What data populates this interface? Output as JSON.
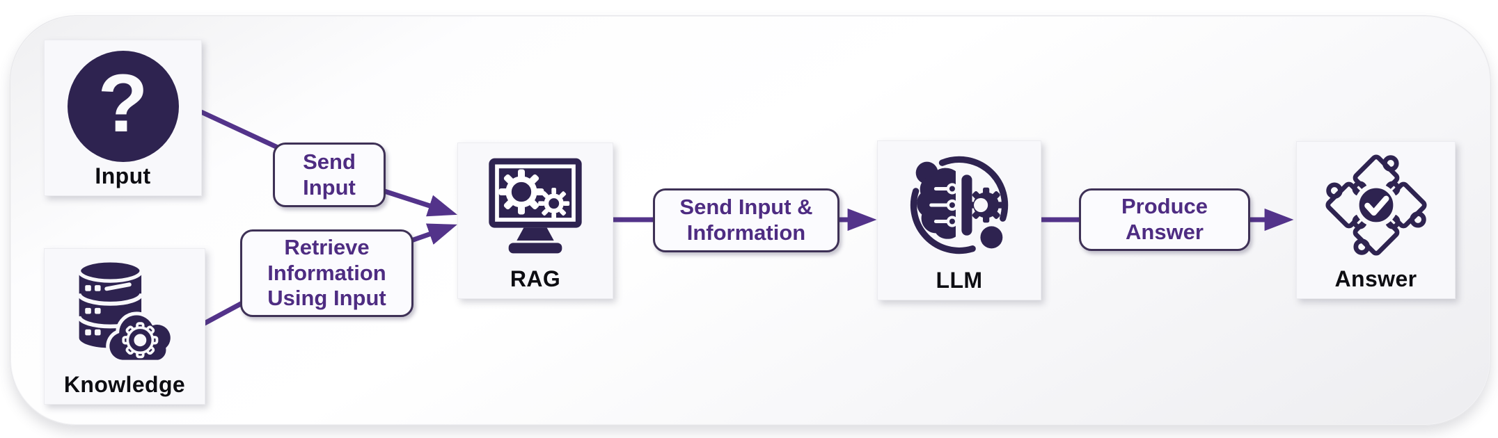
{
  "diagram": {
    "type": "flowchart",
    "description": "RAG pipeline flow diagram",
    "nodes": [
      {
        "id": "input",
        "label": "Input",
        "icon": "question-mark-icon"
      },
      {
        "id": "knowledge",
        "label": "Knowledge",
        "icon": "database-cloud-gear-icon"
      },
      {
        "id": "rag",
        "label": "RAG",
        "icon": "monitor-gears-icon"
      },
      {
        "id": "llm",
        "label": "LLM",
        "icon": "brain-gear-orbit-icon"
      },
      {
        "id": "answer",
        "label": "Answer",
        "icon": "puzzle-check-icon"
      }
    ],
    "edges": [
      {
        "from": "input",
        "to": "rag",
        "label": "Send Input"
      },
      {
        "from": "knowledge",
        "to": "rag",
        "label": "Retrieve Information Using Input"
      },
      {
        "from": "rag",
        "to": "llm",
        "label": "Send Input & Information"
      },
      {
        "from": "llm",
        "to": "answer",
        "label": "Produce Answer"
      }
    ],
    "colors": {
      "icon_dark": "#2e2350",
      "arrow": "#53338a",
      "edge_label_text": "#4e2c82",
      "edge_label_border": "#3e3156",
      "node_card_bg": "#f8f8fb",
      "node_label_text": "#0d0d12",
      "canvas_bg": "#f4f4f6"
    }
  }
}
